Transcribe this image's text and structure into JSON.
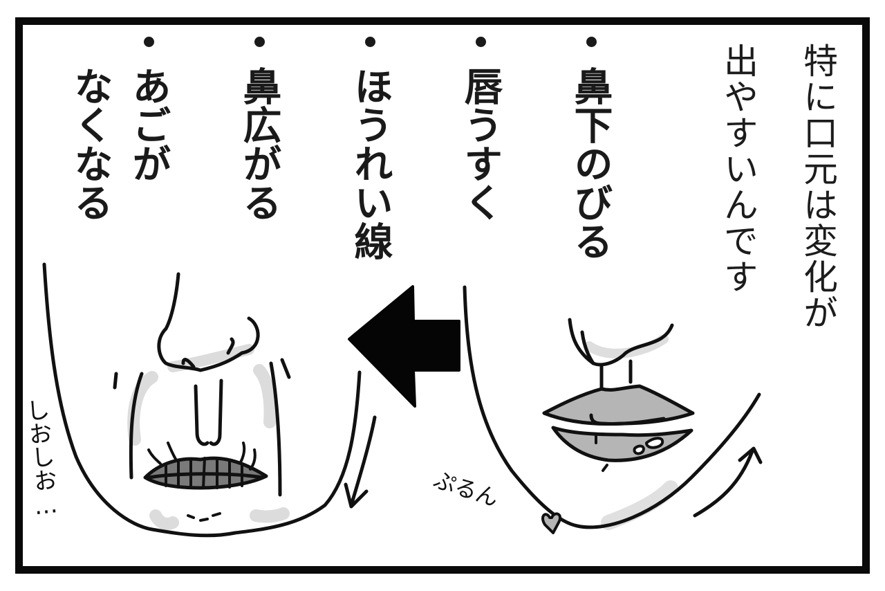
{
  "panel": {
    "narration": {
      "line1": "特に口元は変化が",
      "line2": "出やすいんです"
    },
    "changes": [
      {
        "label": "鼻下のびる"
      },
      {
        "label": "唇うすく"
      },
      {
        "label": "ほうれい線"
      },
      {
        "label": "鼻広がる"
      },
      {
        "label_line1": "あごが",
        "label_line2": "なくなる"
      }
    ],
    "sfx": {
      "young": "ぷるん",
      "young_heart": "♡",
      "old": "しおしお…"
    },
    "colors": {
      "ink": "#111111",
      "lip_young": "#b5b5b5",
      "lip_old": "#7a7a7a",
      "shadow": "#dcdcdc"
    }
  }
}
